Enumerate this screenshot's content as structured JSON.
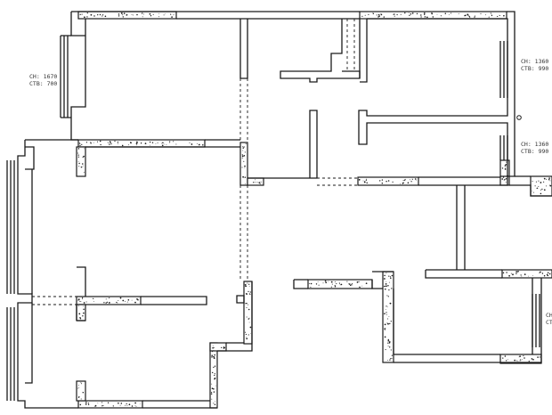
{
  "plan": {
    "labels": [
      {
        "id": "window-label-left",
        "ch": "CH: 1670",
        "ctb": "CTB: 700"
      },
      {
        "id": "window-label-right-upper",
        "ch": "CH: 1360",
        "ctb": "CTB: 990"
      },
      {
        "id": "window-label-right-lower",
        "ch": "CH: 1360",
        "ctb": "CTB: 990"
      },
      {
        "id": "window-label-right-edge",
        "ch": "CH",
        "ctb": "CT"
      }
    ]
  }
}
